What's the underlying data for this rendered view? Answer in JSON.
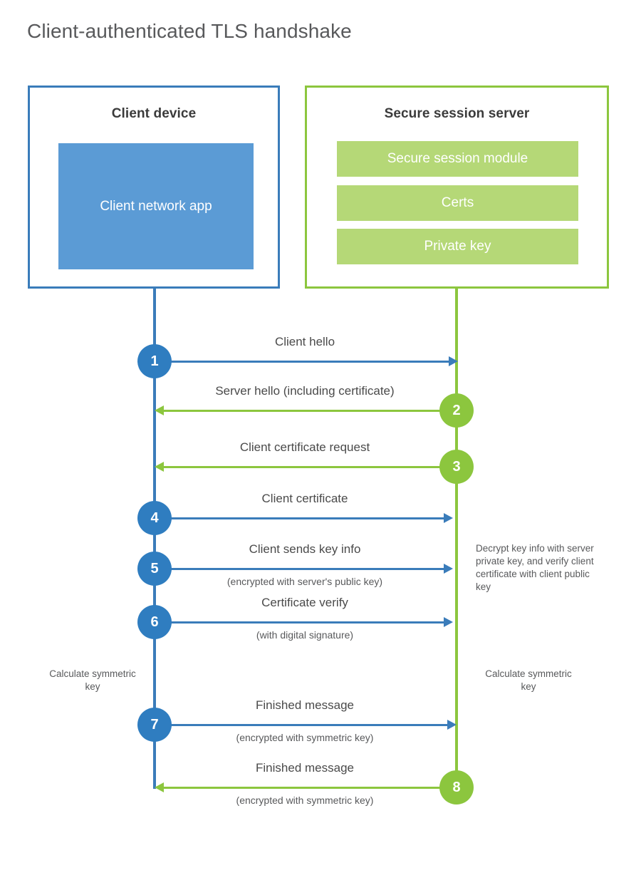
{
  "title": "Client-authenticated TLS handshake",
  "colors": {
    "client_blue": "#3a7cba",
    "client_app_fill": "#5b9bd5",
    "server_green": "#8cc63e",
    "server_bar_fill": "#b5d877",
    "title_gray": "#58595b",
    "text_gray": "#4a4a4a"
  },
  "client": {
    "title": "Client device",
    "app_label": "Client network app"
  },
  "server": {
    "title": "Secure session server",
    "modules": [
      {
        "label": "Secure session module"
      },
      {
        "label": "Certs"
      },
      {
        "label": "Private key"
      }
    ]
  },
  "steps": [
    {
      "number": "1",
      "label": "Client hello",
      "sublabel": "",
      "direction": "client-to-server",
      "color": "blue"
    },
    {
      "number": "2",
      "label": "Server hello (including certificate)",
      "sublabel": "",
      "direction": "server-to-client",
      "color": "green"
    },
    {
      "number": "3",
      "label": "Client certificate request",
      "sublabel": "",
      "direction": "server-to-client",
      "color": "green"
    },
    {
      "number": "4",
      "label": "Client certificate",
      "sublabel": "",
      "direction": "client-to-server",
      "color": "blue"
    },
    {
      "number": "5",
      "label": "Client sends key info",
      "sublabel": "(encrypted with server's public key)",
      "direction": "client-to-server",
      "color": "blue"
    },
    {
      "number": "6",
      "label": "Certificate verify",
      "sublabel": "(with digital signature)",
      "direction": "client-to-server",
      "color": "blue"
    },
    {
      "number": "7",
      "label": "Finished message",
      "sublabel": "(encrypted with symmetric key)",
      "direction": "client-to-server",
      "color": "blue"
    },
    {
      "number": "8",
      "label": "Finished message",
      "sublabel": "(encrypted with symmetric key)",
      "direction": "server-to-client",
      "color": "green"
    }
  ],
  "annotations": {
    "server_decrypt": "Decrypt key info with server private key, and verify client certificate with client public key",
    "client_calculate_key": "Calculate symmetric key",
    "server_calculate_key": "Calculate symmetric key"
  }
}
